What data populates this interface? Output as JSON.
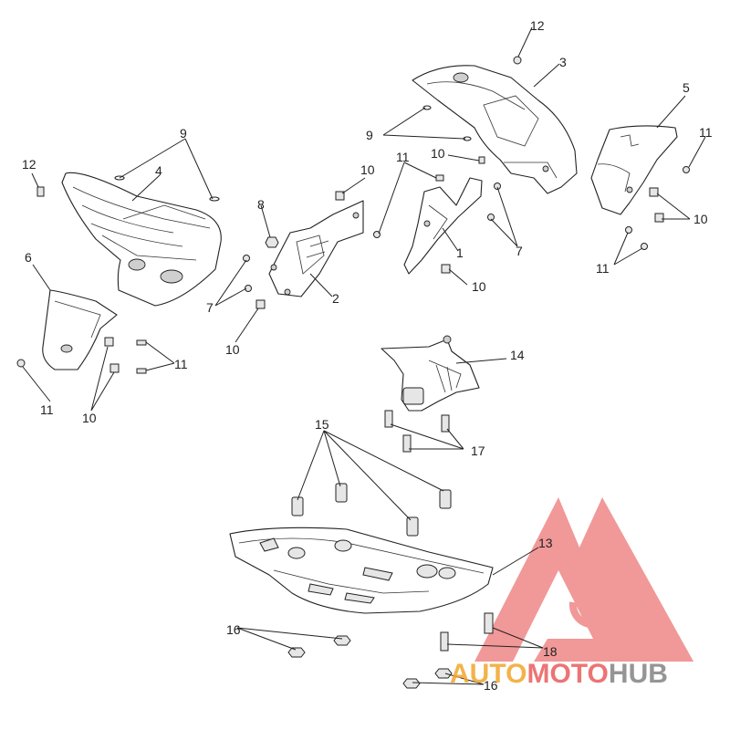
{
  "callouts": {
    "c1": "1",
    "c2": "2",
    "c3": "3",
    "c4": "4",
    "c5": "5",
    "c6": "6",
    "c7": "7",
    "c8": "8",
    "c9": "9",
    "c10": "10",
    "c11": "11",
    "c12": "12",
    "c13": "13",
    "c14": "14",
    "c15": "15",
    "c16": "16",
    "c17": "17",
    "c18": "18"
  },
  "watermark": {
    "part1": "AUTO",
    "part2": "MOTO",
    "part3": "HUB",
    "color_auto": "#f0a62a",
    "color_moto": "#e64545",
    "color_hub": "#7a7a7a",
    "logo_color": "#e64545"
  }
}
